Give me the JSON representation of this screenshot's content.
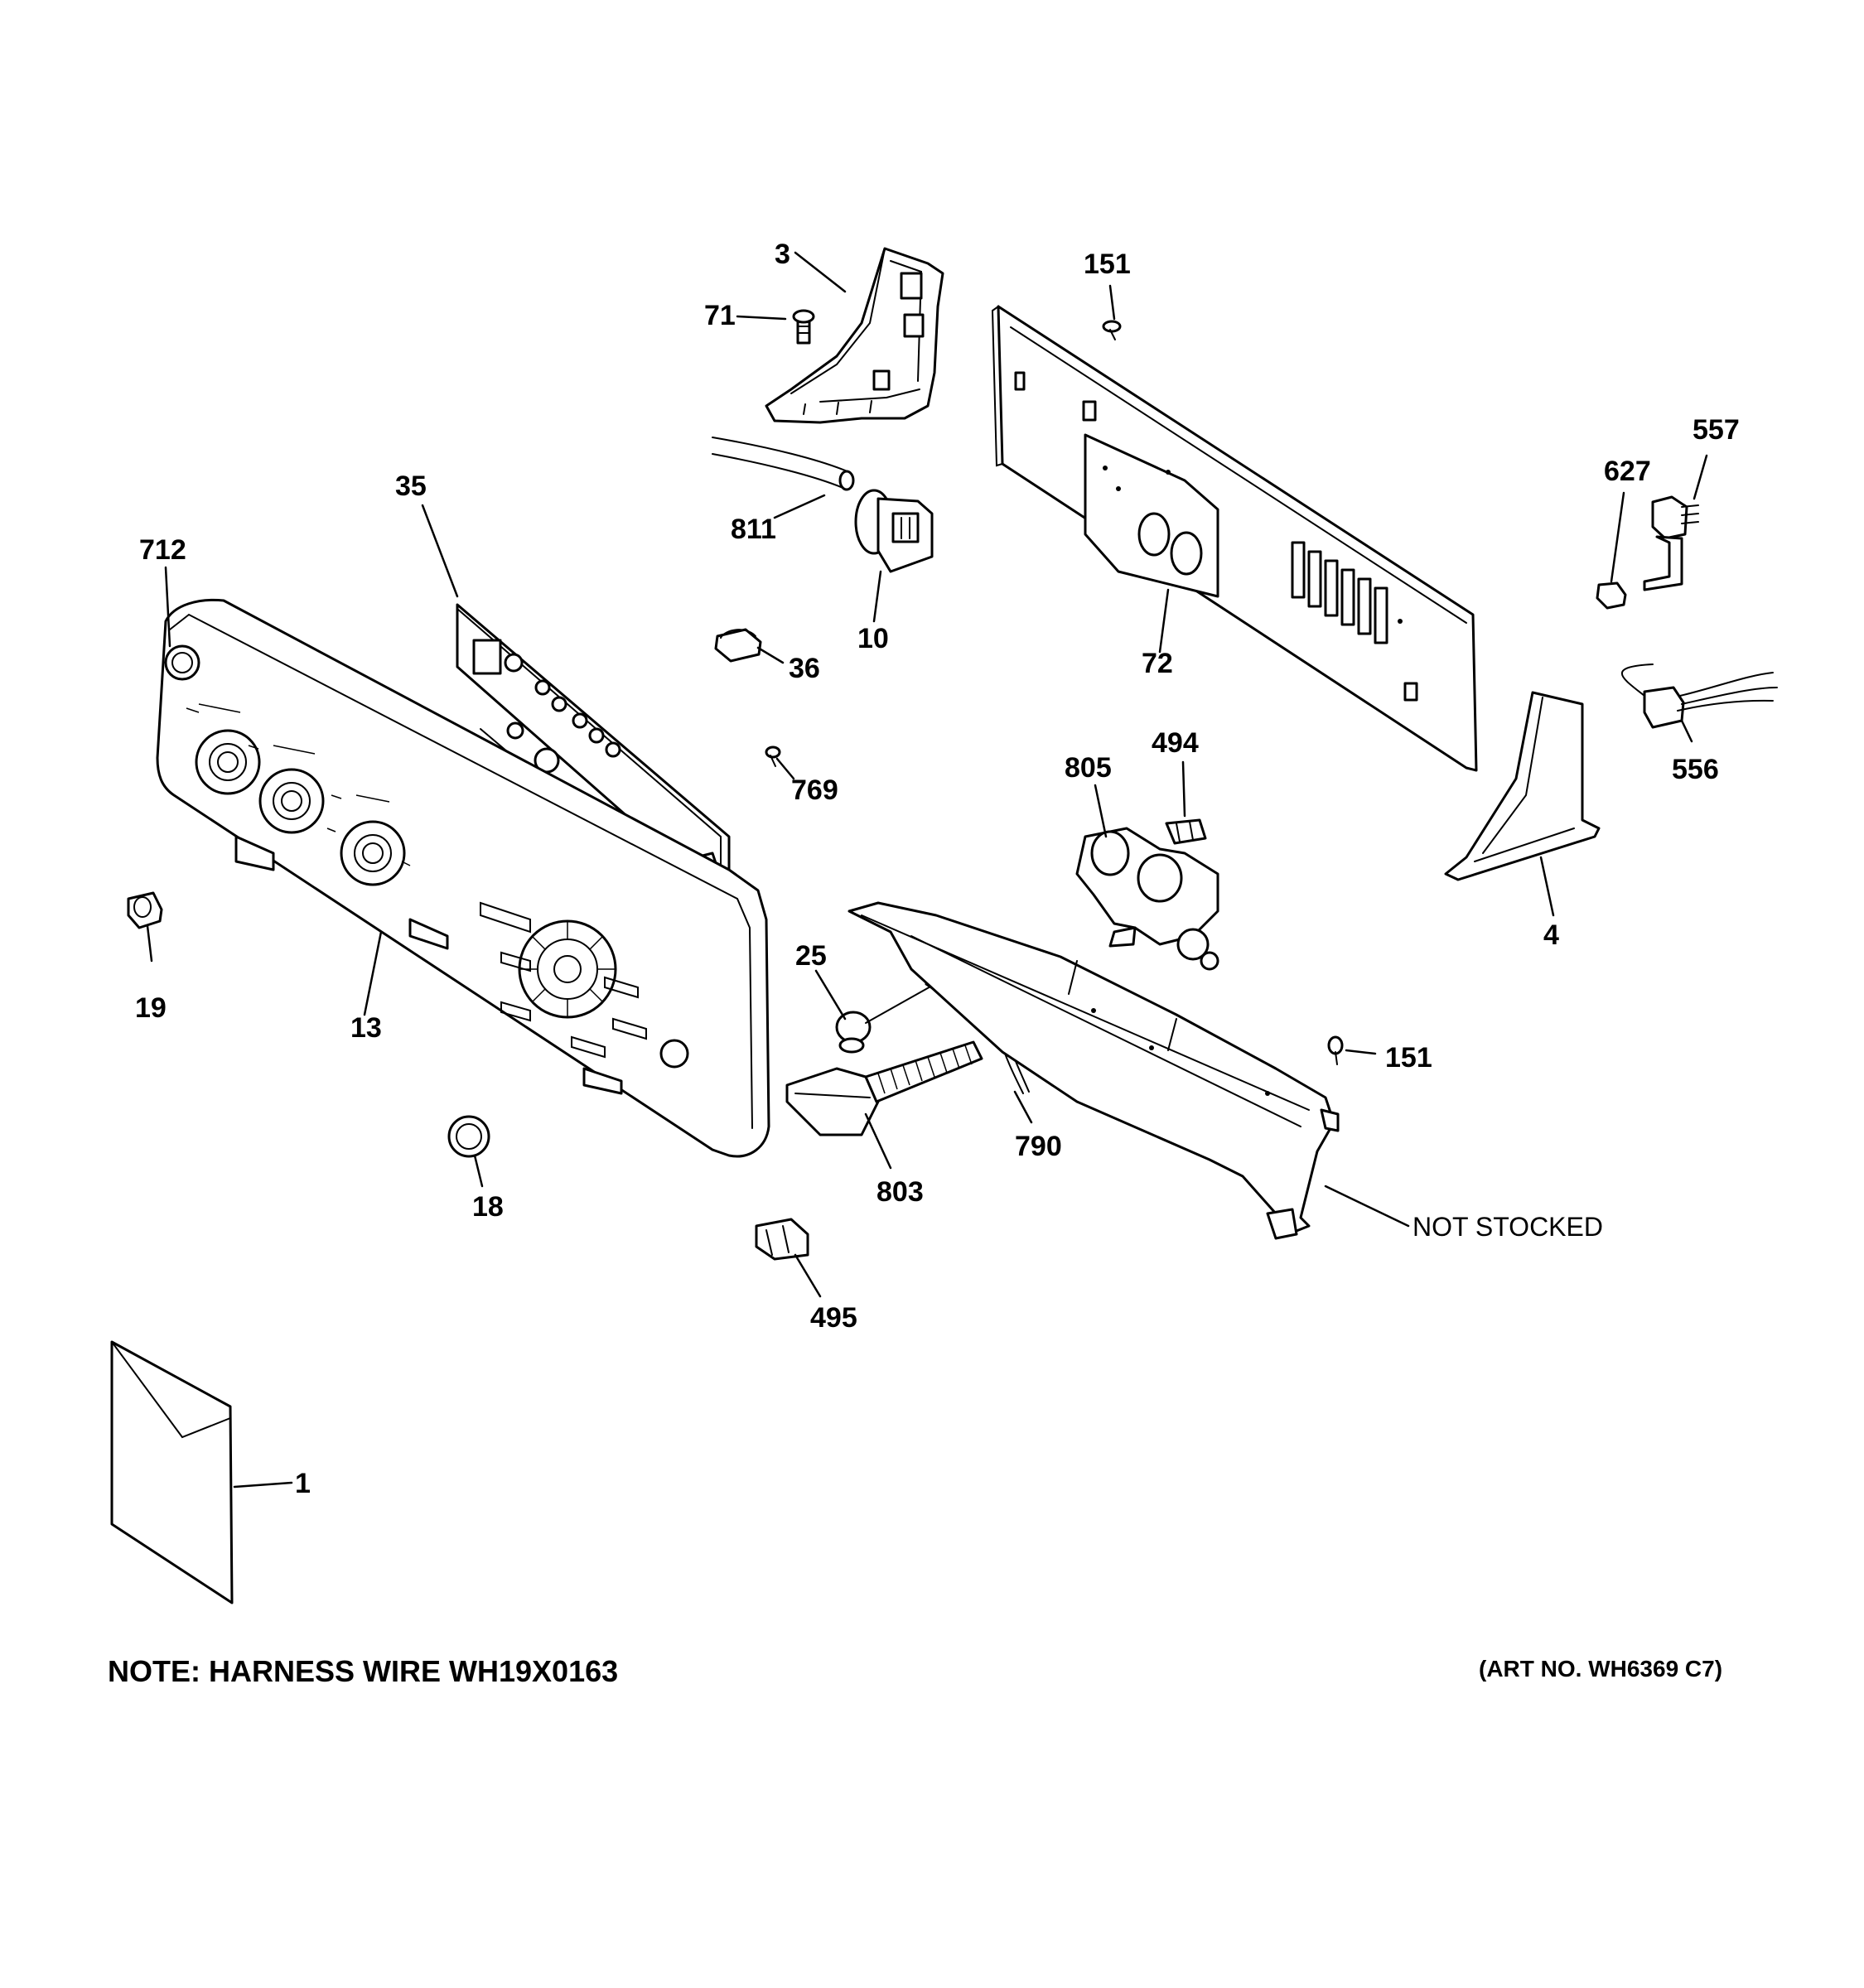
{
  "diagram": {
    "callouts": {
      "p3": "3",
      "p71": "71",
      "p151a": "151",
      "p151b": "151",
      "p557": "557",
      "p627": "627",
      "p35": "35",
      "p811": "811",
      "p712": "712",
      "p36": "36",
      "p10": "10",
      "p72": "72",
      "p556": "556",
      "p769": "769",
      "p494": "494",
      "p805": "805",
      "p4": "4",
      "p19": "19",
      "p13": "13",
      "p25": "25",
      "p18": "18",
      "p803": "803",
      "p790": "790",
      "p495": "495",
      "p1": "1"
    },
    "not_stocked": "NOT STOCKED",
    "note": "NOTE: HARNESS WIRE WH19X0163",
    "art_no": "(ART NO. WH6369 C7)"
  }
}
